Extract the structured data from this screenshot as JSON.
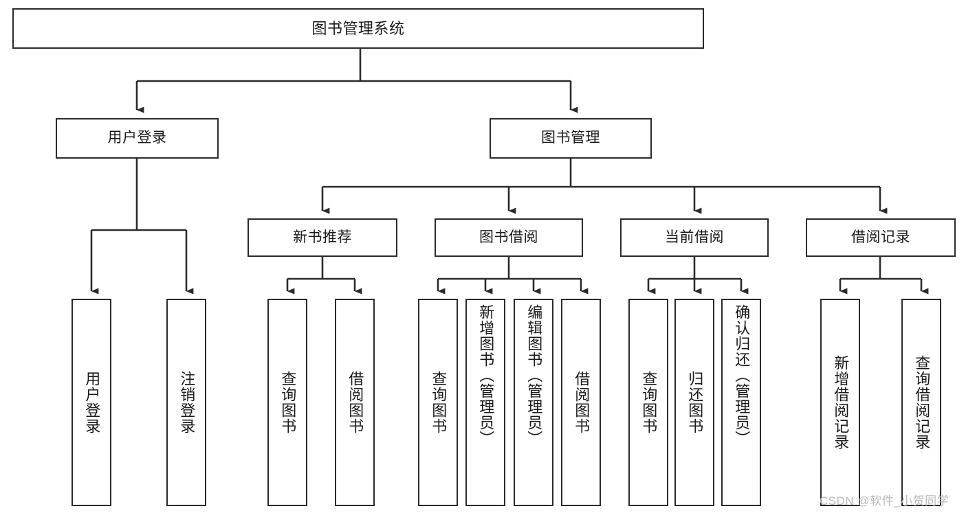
{
  "diagram": {
    "title": "图书管理系统",
    "type": "tree-hierarchy",
    "watermark": "CSDN @软件_小贺同学",
    "colors": {
      "box_border": "#2b2b2b",
      "box_fill": "#ffffff",
      "connector": "#2b2b2b",
      "text": "#1a1a1a",
      "watermark": "#b9b9b9"
    }
  },
  "nodes": {
    "root": {
      "label": "图书管理系统"
    },
    "level2": [
      {
        "label": "用户登录"
      },
      {
        "label": "图书管理"
      }
    ],
    "level3": [
      {
        "label": "新书推荐"
      },
      {
        "label": "图书借阅"
      },
      {
        "label": "当前借阅"
      },
      {
        "label": "借阅记录"
      }
    ],
    "leaves": {
      "user_login": [
        {
          "label": "用户登录"
        },
        {
          "label": "注销登录"
        }
      ],
      "new_book_recommend": [
        {
          "label": "查询图书"
        },
        {
          "label": "借阅图书"
        }
      ],
      "book_borrow": [
        {
          "label": "查询图书"
        },
        {
          "label": "新增图书（管理员）"
        },
        {
          "label": "编辑图书（管理员）"
        },
        {
          "label": "借阅图书"
        }
      ],
      "current_borrow": [
        {
          "label": "查询图书"
        },
        {
          "label": "归还图书"
        },
        {
          "label": "确认归还（管理员）"
        }
      ],
      "borrow_record": [
        {
          "label": "新增借阅记录"
        },
        {
          "label": "查询借阅记录"
        }
      ]
    }
  }
}
